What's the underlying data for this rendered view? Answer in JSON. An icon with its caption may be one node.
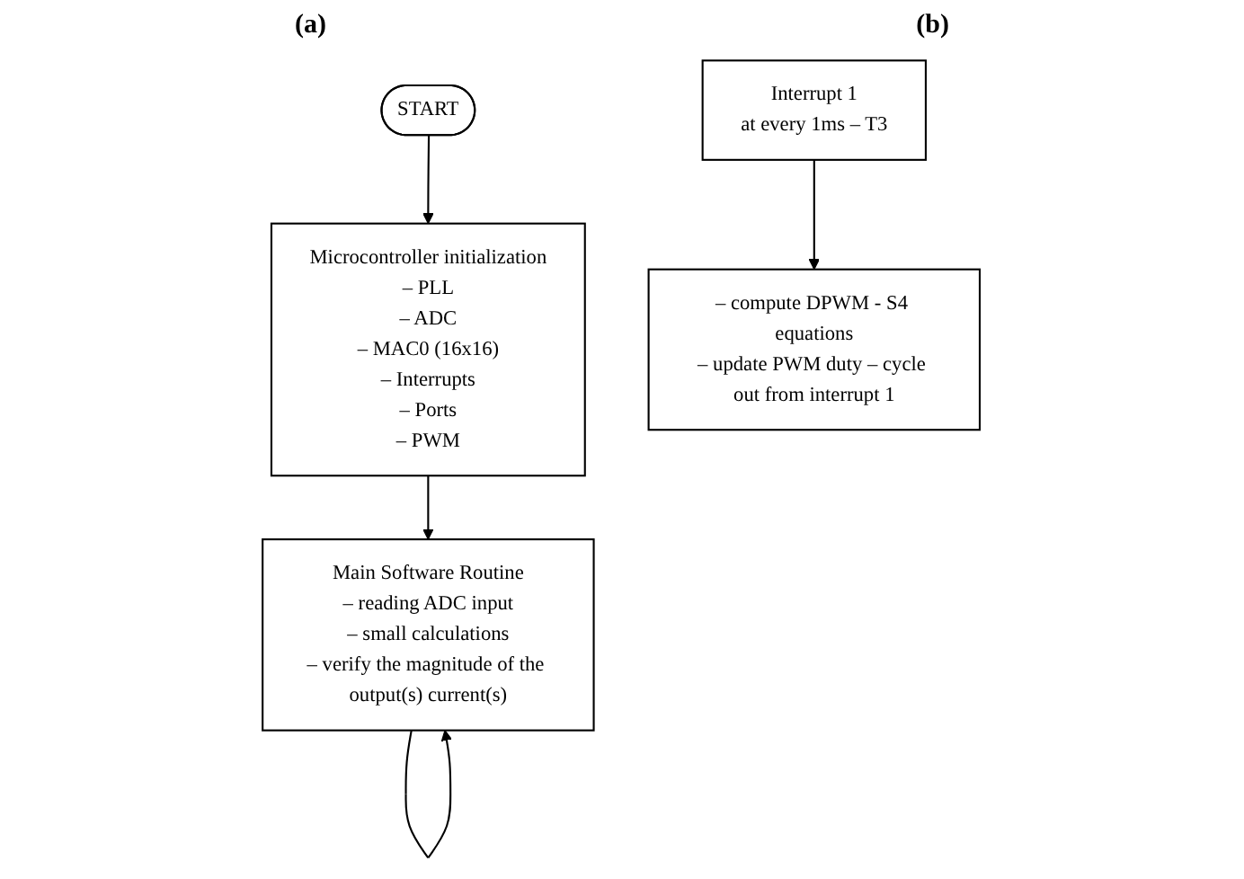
{
  "diagram": {
    "nodes": [
      {
        "text": [
          "START"
        ]
      },
      {
        "text": [
          "Microcontroller initialization",
          "– PLL",
          "– ADC",
          "– MAC0 (16x16)",
          "– Interrupts",
          "– Ports",
          "– PWM"
        ]
      },
      {
        "text": [
          "Main Software Routine",
          "– reading ADC input",
          "– small calculations",
          "– verify the magnitude of the output(s) current(s)"
        ]
      },
      {
        "text": [
          "Interrupt 1",
          "at every 1ms – T3"
        ]
      },
      {
        "text": [
          "– compute DPWM - S4 equations",
          "– update PWM duty – cycle out from interrupt 1"
        ]
      }
    ],
    "edges": [
      {
        "from": 0,
        "to": 1,
        "arrow": "to"
      },
      {
        "from": 1,
        "to": 2,
        "arrow": "to"
      },
      {
        "from": 2,
        "to": 2,
        "arrow": "to"
      },
      {
        "from": 3,
        "to": 4,
        "arrow": "to"
      }
    ],
    "labels": [
      "(a)",
      "(b)"
    ]
  }
}
